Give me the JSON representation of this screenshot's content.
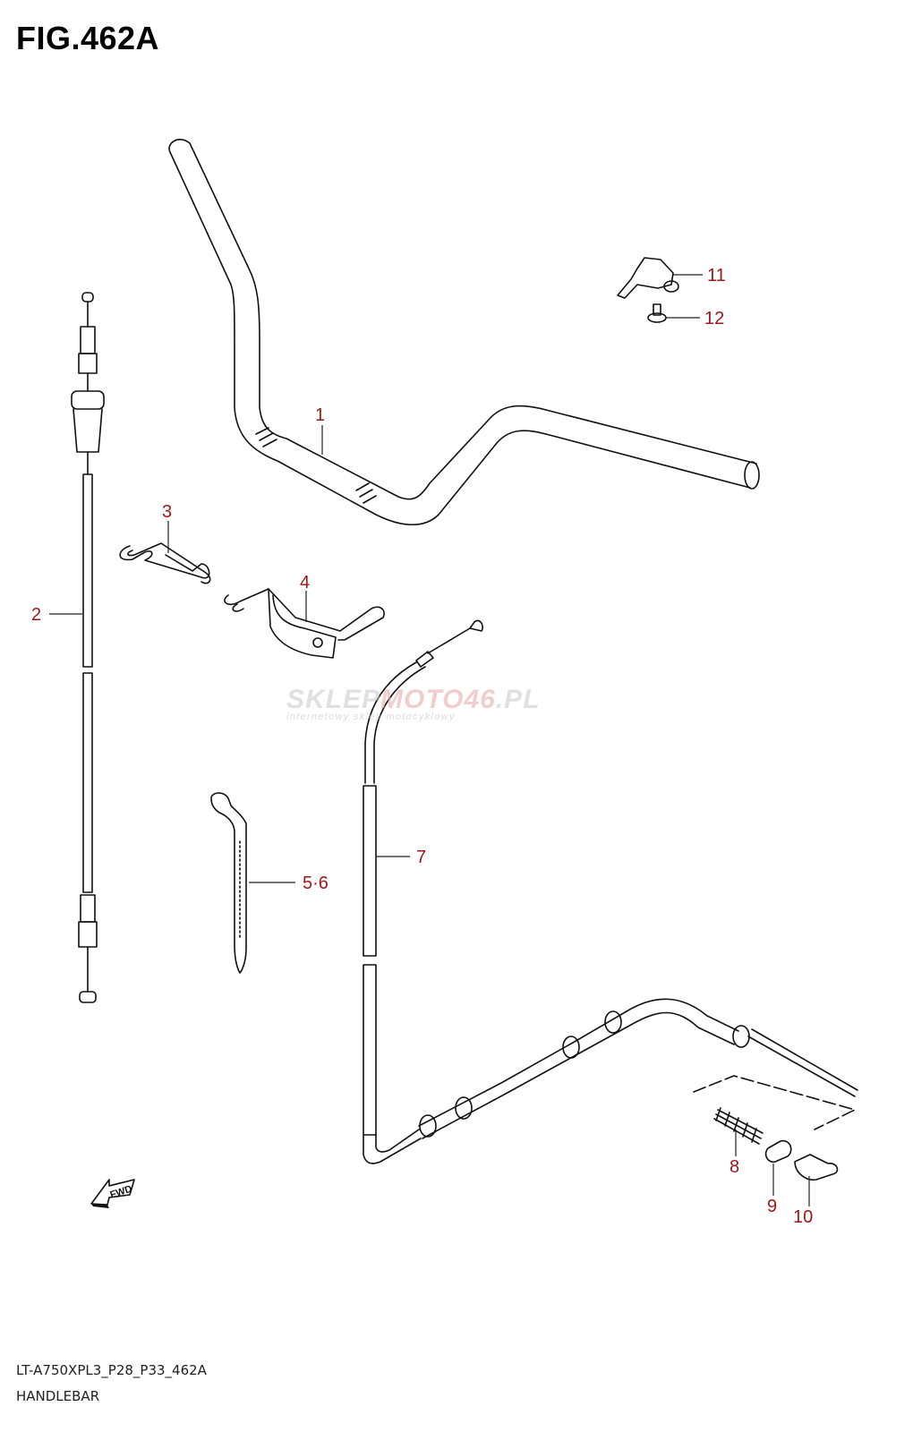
{
  "figure": {
    "title": "FIG.462A",
    "code": "LT-A750XPL3_P28_P33_462A",
    "name": "HANDLEBAR"
  },
  "watermark": {
    "brand_prefix": "SKLEP",
    "brand_accent": "MOTO46",
    "brand_suffix": ".PL",
    "tagline": "internetowy sklep motocyklowy"
  },
  "fwd_label": "FWD",
  "callouts": [
    {
      "id": "1",
      "label": "1"
    },
    {
      "id": "2",
      "label": "2"
    },
    {
      "id": "3",
      "label": "3"
    },
    {
      "id": "4",
      "label": "4"
    },
    {
      "id": "5-6",
      "label": "5·6"
    },
    {
      "id": "7",
      "label": "7"
    },
    {
      "id": "8",
      "label": "8"
    },
    {
      "id": "9",
      "label": "9"
    },
    {
      "id": "10",
      "label": "10"
    },
    {
      "id": "11",
      "label": "11"
    },
    {
      "id": "12",
      "label": "12"
    }
  ],
  "colors": {
    "callout": "#a01818",
    "line": "#111111"
  }
}
